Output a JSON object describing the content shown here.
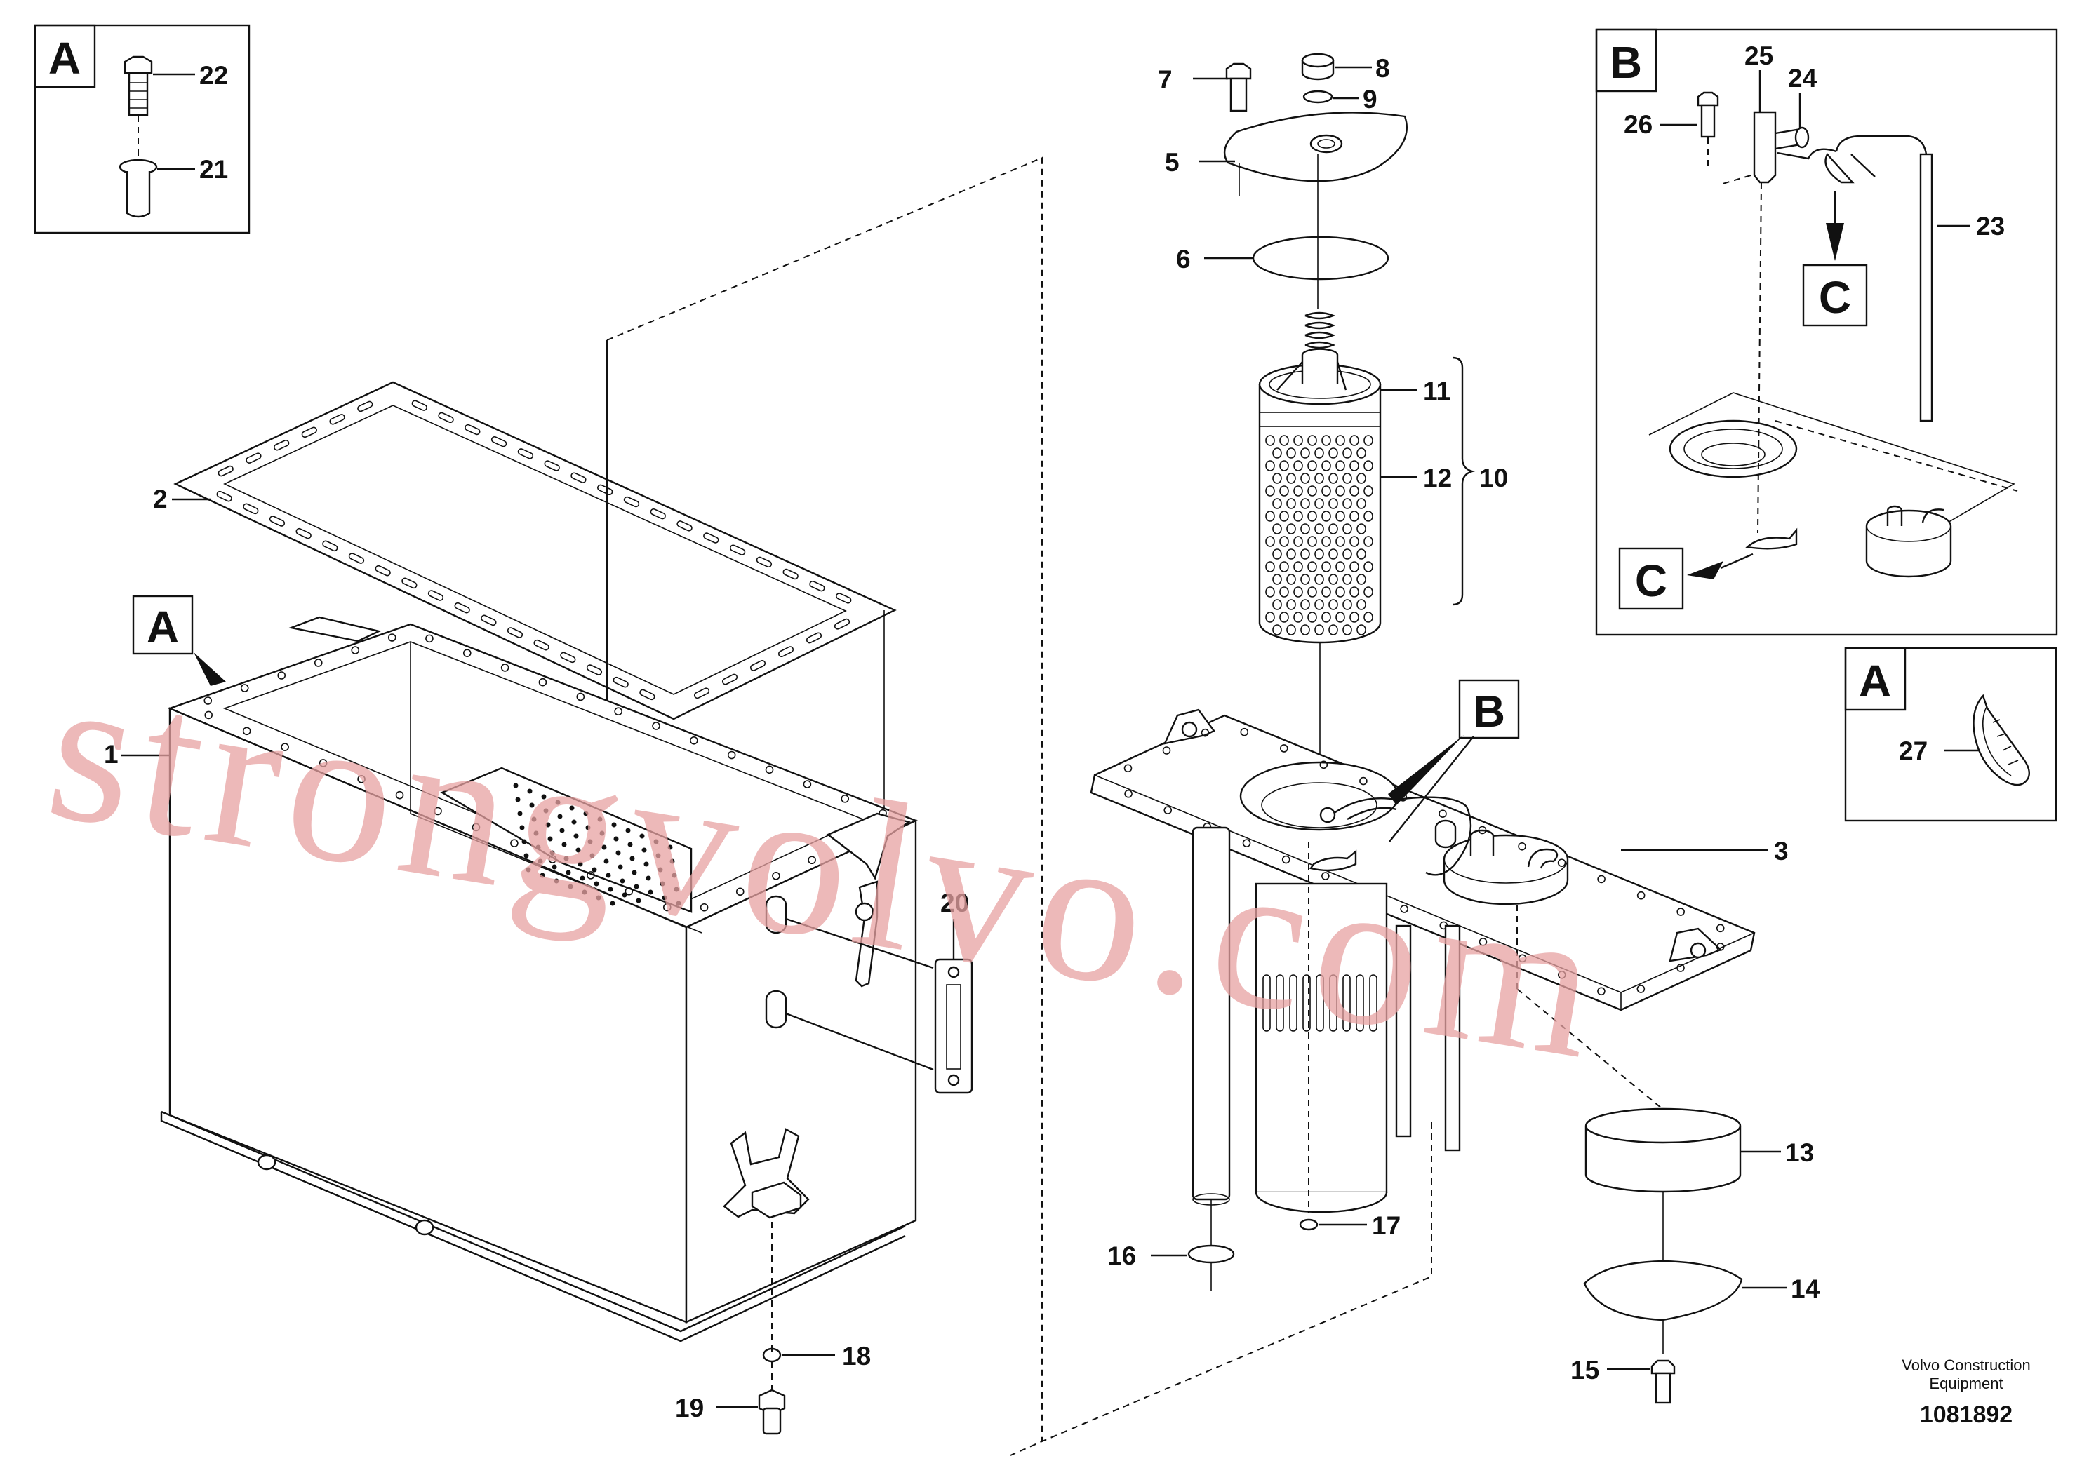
{
  "watermark": "strongvolvo.com",
  "maker": {
    "line1": "Volvo Construction",
    "line2": "Equipment"
  },
  "figure_number": "1081892",
  "detail_views": [
    {
      "id": "detail-a-top",
      "letter": "A",
      "items": [
        "22",
        "21"
      ]
    },
    {
      "id": "detail-b",
      "letter": "B",
      "items": [
        "25",
        "24",
        "26",
        "23"
      ],
      "ref_letter": "C"
    },
    {
      "id": "detail-a-right",
      "letter": "A",
      "items": [
        "27"
      ]
    }
  ],
  "reference_labels": {
    "a_on_tank": "A",
    "b_on_cover": "B",
    "c_upper": "C",
    "c_lower": "C"
  },
  "callouts": {
    "c1": "1",
    "c2": "2",
    "c3": "3",
    "c5": "5",
    "c6": "6",
    "c7": "7",
    "c8": "8",
    "c9": "9",
    "c10": "10",
    "c11": "11",
    "c12": "12",
    "c13": "13",
    "c14": "14",
    "c15": "15",
    "c16": "16",
    "c17": "17",
    "c18": "18",
    "c19": "19",
    "c20": "20",
    "c21": "21",
    "c22": "22",
    "c23": "23",
    "c24": "24",
    "c25": "25",
    "c26": "26",
    "c27": "27"
  }
}
